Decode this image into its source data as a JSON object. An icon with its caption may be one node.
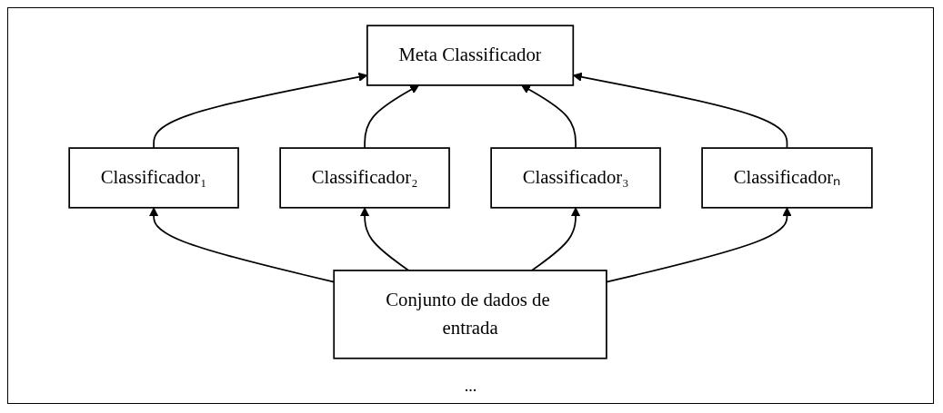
{
  "diagram": {
    "nodes": [
      {
        "text": [
          "Meta Classificador"
        ]
      },
      {
        "text": [
          "Classificador₁"
        ]
      },
      {
        "text": [
          "Classificador₂"
        ]
      },
      {
        "text": [
          "Classificador₃"
        ]
      },
      {
        "text": [
          "Classificadorₙ"
        ]
      },
      {
        "text": [
          "Conjunto de dados de entrada"
        ]
      }
    ],
    "edges": [
      {
        "from": 1,
        "to": 0,
        "arrow": "to"
      },
      {
        "from": 2,
        "to": 0,
        "arrow": "to"
      },
      {
        "from": 3,
        "to": 0,
        "arrow": "to"
      },
      {
        "from": 4,
        "to": 0,
        "arrow": "to"
      },
      {
        "from": 5,
        "to": 1,
        "arrow": "to"
      },
      {
        "from": 5,
        "to": 2,
        "arrow": "to"
      },
      {
        "from": 5,
        "to": 3,
        "arrow": "to"
      },
      {
        "from": 5,
        "to": 4,
        "arrow": "to"
      }
    ],
    "labels": [
      "..."
    ]
  }
}
